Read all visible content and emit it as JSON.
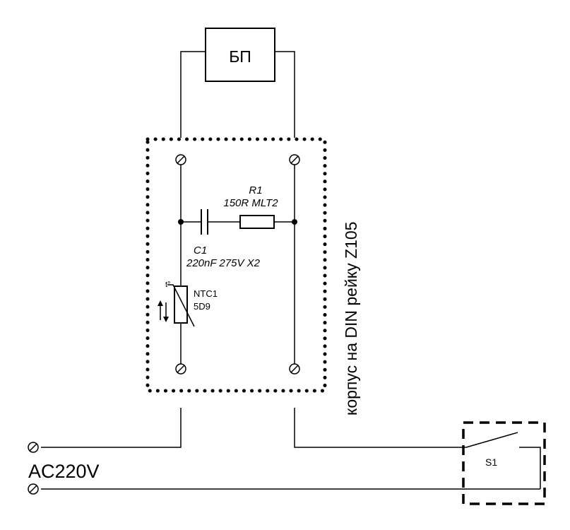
{
  "power_supply": {
    "label": "БП"
  },
  "enclosure": {
    "label": "корпус на DIN рейку Z105"
  },
  "r1": {
    "ref": "R1",
    "value": "150R MLT2"
  },
  "c1": {
    "ref": "C1",
    "value": "220nF 275V X2"
  },
  "ntc1": {
    "ref": "NTC1",
    "value": "5D9",
    "symbol": "t°"
  },
  "mains": {
    "label": "AC220V"
  },
  "switch": {
    "ref": "S1"
  }
}
